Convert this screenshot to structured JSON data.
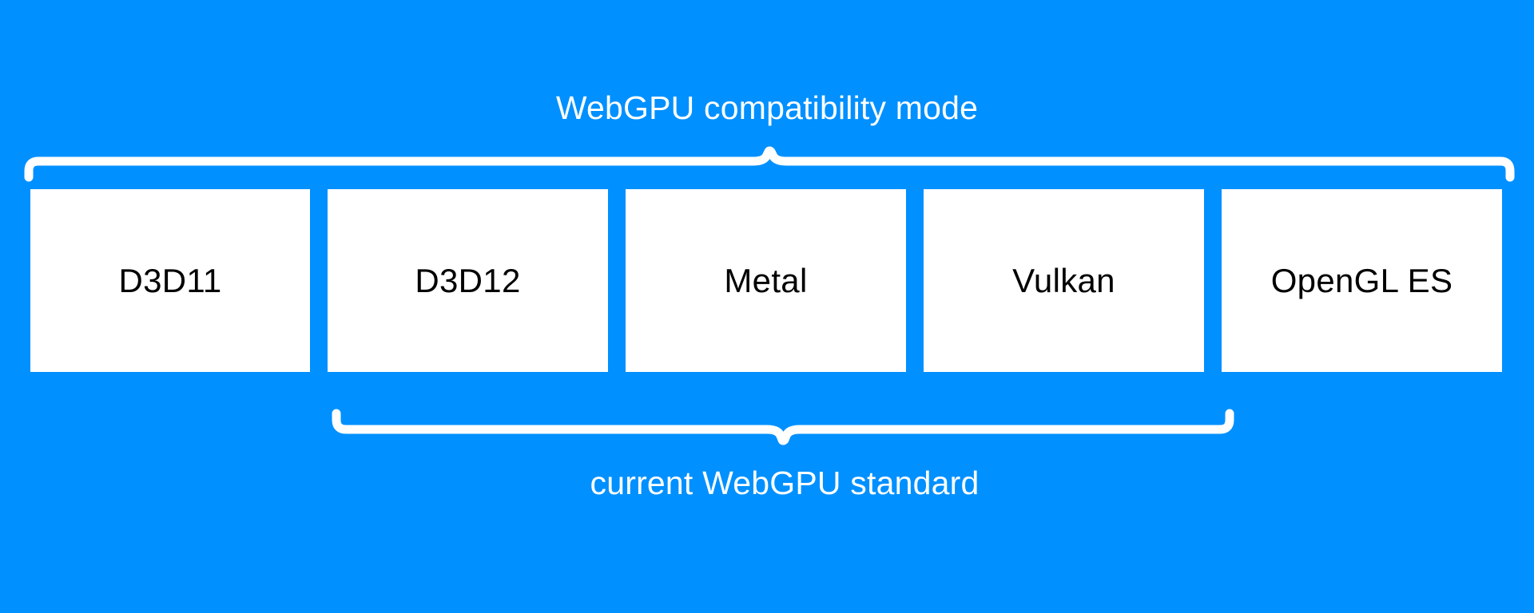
{
  "colors": {
    "background": "#0090ff",
    "box_fill": "#ffffff",
    "box_text": "#000000",
    "brace_stroke": "#ffffff",
    "label_text": "#ffffff"
  },
  "diagram": {
    "title": "WebGPU compatibility mode",
    "top_group": {
      "label": "WebGPU compatibility mode",
      "covers": [
        "D3D11",
        "D3D12",
        "Metal",
        "Vulkan",
        "OpenGL ES"
      ]
    },
    "bottom_group": {
      "label": "current WebGPU standard",
      "covers": [
        "D3D12",
        "Metal",
        "Vulkan"
      ]
    },
    "boxes": [
      {
        "label": "D3D11"
      },
      {
        "label": "D3D12"
      },
      {
        "label": "Metal"
      },
      {
        "label": "Vulkan"
      },
      {
        "label": "OpenGL ES"
      }
    ]
  }
}
